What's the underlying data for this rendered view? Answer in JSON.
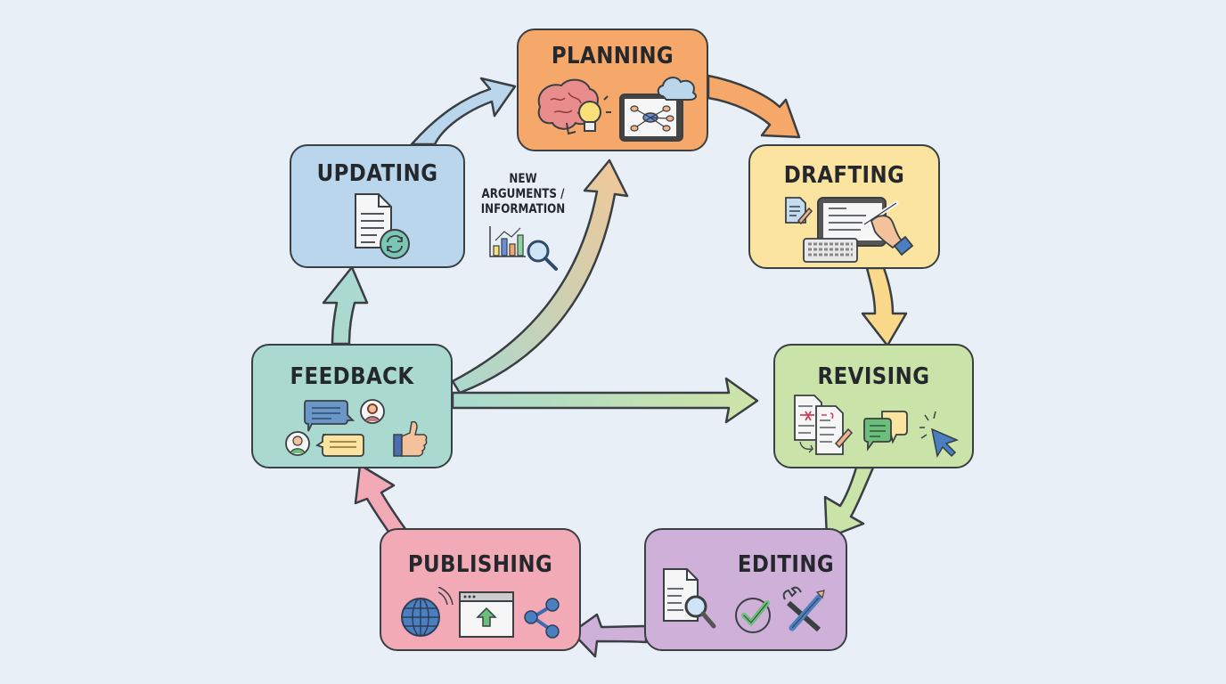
{
  "diagram": {
    "type": "cycle",
    "background": "#e8eff6",
    "stages": [
      {
        "id": "planning",
        "label": "PLANNING",
        "color": "#f5a86a",
        "icons": [
          "brain-icon",
          "lightbulb-icon",
          "tablet-mindmap-icon",
          "cloud-icon"
        ]
      },
      {
        "id": "drafting",
        "label": "DRAFTING",
        "color": "#fbe3a0",
        "icons": [
          "document-pencil-icon",
          "tablet-icon",
          "keyboard-icon",
          "hand-stylus-icon"
        ]
      },
      {
        "id": "revising",
        "label": "REVISING",
        "color": "#c9e3a8",
        "icons": [
          "marked-documents-icon",
          "chat-bubbles-icon",
          "cursor-click-icon"
        ]
      },
      {
        "id": "editing",
        "label": "EDITING",
        "color": "#cfb0d8",
        "icons": [
          "document-magnifier-icon",
          "checkmark-circle-icon",
          "tools-icon"
        ]
      },
      {
        "id": "publishing",
        "label": "PUBLISHING",
        "color": "#f2aab6",
        "icons": [
          "globe-signal-icon",
          "browser-upload-icon",
          "share-icon"
        ]
      },
      {
        "id": "feedback",
        "label": "FEEDBACK",
        "color": "#a9d9cf",
        "icons": [
          "chat-bubble-icon",
          "user-avatar-icon",
          "thumbs-up-icon"
        ]
      },
      {
        "id": "updating",
        "label": "UPDATING",
        "color": "#b9d6ec",
        "icons": [
          "document-refresh-icon"
        ]
      }
    ],
    "arrows": [
      {
        "from": "planning",
        "to": "drafting",
        "color": "#f5a86a"
      },
      {
        "from": "drafting",
        "to": "revising",
        "color": "#fbd98a"
      },
      {
        "from": "revising",
        "to": "editing",
        "color": "#c9e3a8"
      },
      {
        "from": "editing",
        "to": "publishing",
        "color": "#cfb0d8"
      },
      {
        "from": "publishing",
        "to": "feedback",
        "color": "#f2aab6"
      },
      {
        "from": "feedback",
        "to": "updating",
        "color": "#a9d9cf"
      },
      {
        "from": "updating",
        "to": "planning",
        "color": "#b9d6ec"
      },
      {
        "from": "feedback",
        "to": "planning",
        "color": "#f0c99a",
        "label": "NEW ARGUMENTS / INFORMATION"
      },
      {
        "from": "feedback",
        "to": "revising",
        "color": "#c9e3a8"
      }
    ],
    "annotation": {
      "lines": [
        "NEW",
        "ARGUMENTS /",
        "INFORMATION"
      ],
      "icons": [
        "bar-chart-icon",
        "magnifier-icon"
      ]
    }
  }
}
